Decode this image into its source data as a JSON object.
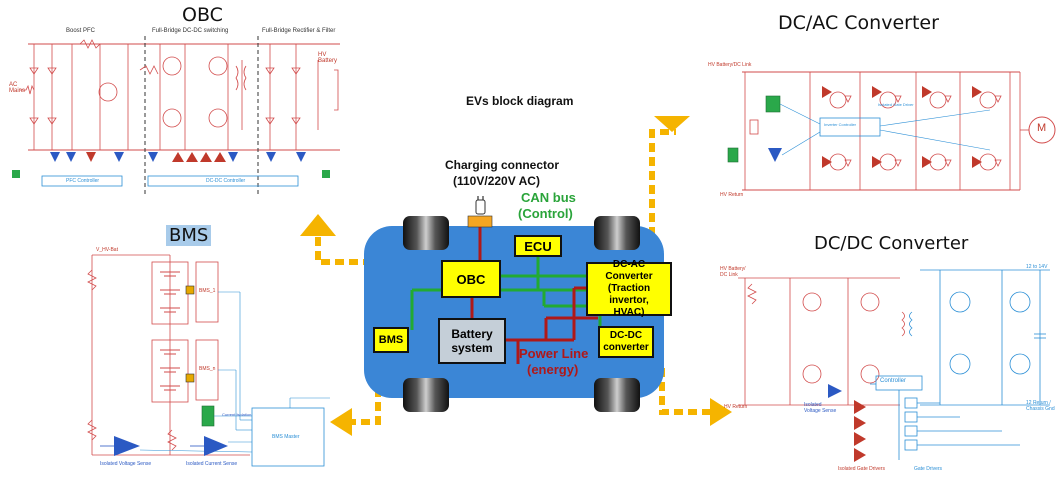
{
  "center": {
    "title": "EVs block diagram",
    "charging_label": "Charging connector",
    "charging_voltage": "(110V/220V  AC)",
    "can_bus_label": "CAN bus",
    "can_bus_sub": "(Control)",
    "blocks": {
      "obc": "OBC",
      "ecu": "ECU",
      "dcac_line1": "DC-AC Converter",
      "dcac_line2": "(Traction invertor,",
      "dcac_line3": "HVAC)",
      "bms": "BMS",
      "battery_line1": "Battery",
      "battery_line2": "system",
      "dcdc_line1": "DC-DC",
      "dcdc_line2": "converter"
    },
    "power_line_label": "Power Line",
    "power_line_sub": "(energy)",
    "colors": {
      "chassis": "#3b86d6",
      "block_fill": "#ffff00",
      "can_line": "#22aa33",
      "power_line": "#b01818",
      "arrow": "#f5b400"
    }
  },
  "obc_panel": {
    "title": "OBC",
    "section_1": "Boost PFC",
    "section_2": "Full-Bridge DC-DC switching",
    "section_3": "Full-Bridge Rectifier & Filter",
    "input_label": "AC Mains",
    "output_label": "HV Battery",
    "controller_1": "PFC Controller",
    "controller_2": "DC-DC Controller"
  },
  "dcac_panel": {
    "title": "DC/AC Converter",
    "bus_label": "HV Battery/DC Link",
    "return_label": "HV Return",
    "motor_label": "M",
    "gate_driver_label": "Isolated Gate Driver",
    "controller_label": "Inverter Controller"
  },
  "bms_panel": {
    "title": "BMS",
    "bus_label": "V_HV-Bat",
    "module_1": "BMS_1",
    "module_n": "BMS_n",
    "master_label": "BMS Master",
    "voltage_sense": "Isolated Voltage Sense",
    "current_sense": "Isolated Current Sense",
    "current_isolation": "Current Isolation"
  },
  "dcdc_panel": {
    "title": "DC/DC Converter",
    "input_label": "HV Battery/ DC Link",
    "return_label": "HV Return",
    "output_label": "12 to 14V",
    "output_return": "12 Return / Chassis Gnd",
    "controller_label": "Controller",
    "voltage_sense": "Isolated Voltage Sense",
    "gate_drivers_1": "Isolated Gate Drivers",
    "gate_drivers_2": "Gate Drivers"
  }
}
